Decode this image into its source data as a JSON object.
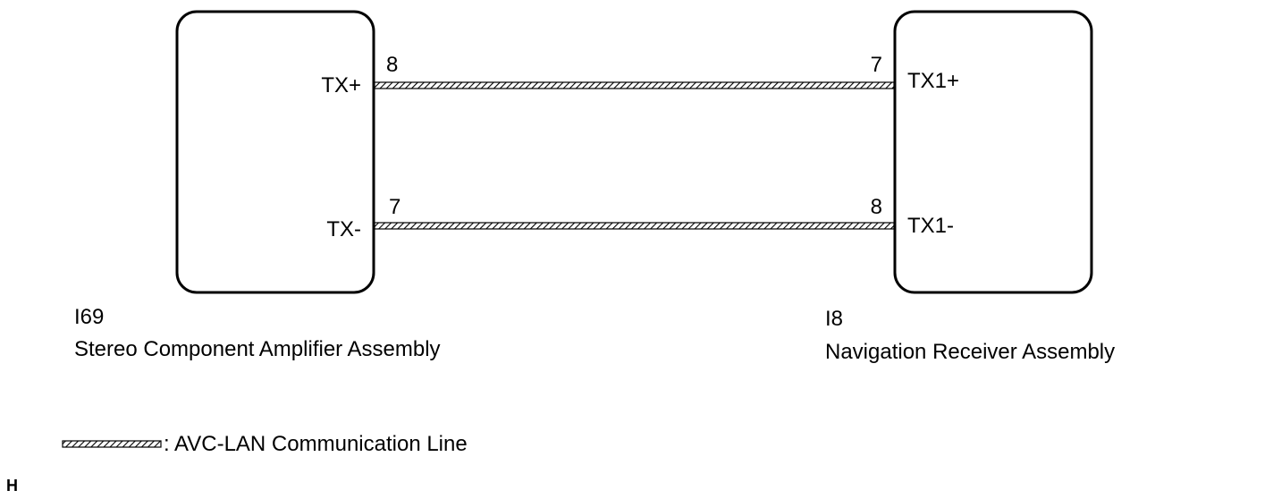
{
  "left_unit": {
    "code": "I69",
    "name": "Stereo Component Amplifier Assembly",
    "pins": [
      {
        "signal": "TX+",
        "pin_number": "8"
      },
      {
        "signal": "TX-",
        "pin_number": "7"
      }
    ]
  },
  "right_unit": {
    "code": "I8",
    "name": "Navigation Receiver Assembly",
    "pins": [
      {
        "signal": "TX1+",
        "pin_number": "7"
      },
      {
        "signal": "TX1-",
        "pin_number": "8"
      }
    ]
  },
  "legend": {
    "text": ": AVC-LAN Communication Line"
  },
  "corner_mark": "H"
}
